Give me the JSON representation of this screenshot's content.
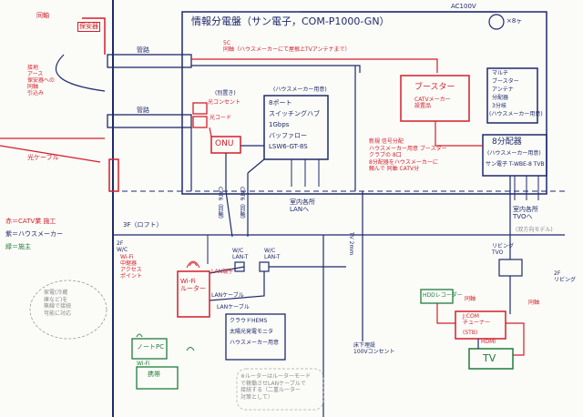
{
  "panel": {
    "title": "情報分電盤（サン電子，COM-P1000-GN）"
  },
  "power": {
    "ac": "AC100V",
    "outlet_count": "×8ヶ"
  },
  "top_left": {
    "label_doukou": "同軸",
    "label_kanro": "管路",
    "box": "保安器"
  },
  "cables": {
    "kanro1": "管路",
    "kanro2": "管路",
    "hikari": "光ケーブル"
  },
  "left_notes": {
    "cable_tv_note": "接地\nアース\n保安器への\n同軸\n引込み",
    "outer_note": "光ケーブル"
  },
  "hikari_outlet": "光コンセント",
  "hikari_cord": "光コード",
  "onu": {
    "label": "ONU",
    "note": "(別置き)"
  },
  "hub": {
    "header": "(ハウスメーカー用意)",
    "lines": [
      "8ポート",
      "スイッチングハブ",
      "1Gbps",
      "バッファロー",
      "LSW6-GT-8S"
    ],
    "to": "室内各所\nLANへ"
  },
  "booster": {
    "label": "ブースター",
    "sub": "CATVメーカー\n設置品"
  },
  "top_cable": {
    "text": "5C\n同軸（ハウスメーカーにて屋根上TVアンテナまで）"
  },
  "multi": {
    "lines": [
      "マルチ",
      "ブースター",
      "アンテナ",
      "分配器",
      "3分岐",
      "(ハウスメーカー用意)"
    ]
  },
  "splitter": {
    "lines": [
      "8分配器",
      "(ハウスメーカー用意)",
      "サン電子 T-WBE-8 TVB"
    ],
    "to": "室内各所\nTVOへ",
    "note": "(双方向モデル)"
  },
  "red_notes": {
    "text": "新規 信号分配\nハウスメーカー用意 ブースター\nクラブの 8口\n8分配器をハウスメーカーに\n頼んで 同軸 CATV分"
  },
  "cat6_labels": [
    "CAT6（同軸）",
    "CAT6（同軸）"
  ],
  "wall_outlets": {
    "a": "W/C\nLAN-T",
    "b": "W/C\nLAN-T"
  },
  "tv_cable": {
    "label": "TV 2mm"
  },
  "legend": {
    "red": "赤＝CATV業 施工",
    "navy": "紫＝ハウスメーカー",
    "green": "緑＝施主"
  },
  "floor": {
    "f3": "3F（ロフト）",
    "f2": "2F\nW/C",
    "f2r": "2F\nリビング"
  },
  "wifi_router": {
    "label": "Wi-Fi\nルーター",
    "lan_upper": "LAN端子",
    "lan_lower": "LANケーブル",
    "lan_lower2": "LANケーブル"
  },
  "cloud_hems": {
    "lines": [
      "クラウドHEMS",
      "太陽光発電モニタ",
      "ハウスメーカー用意"
    ]
  },
  "pc": {
    "label": "ノートPC"
  },
  "phone": {
    "label": "携帯",
    "wifi": "Wi-Fi"
  },
  "wifi_note": {
    "text": "Wi-Fi\n中継器\nアクセス\nポイント"
  },
  "pink_note": {
    "text": "家電(冷蔵\n庫など)を\n無線で接続\n可能に対応"
  },
  "bottom_note": {
    "text": "※ルーターはルーターモード\nで稼働させLANケーブルで\n接続する（二重ルーター\n対策として）"
  },
  "living": {
    "tvo": "リビング\nTVO",
    "label": "2F\nリビング"
  },
  "hdd": {
    "label": "HDDレコーダー"
  },
  "jcom": {
    "label": "J:COM\nチューナー",
    "stb": "(STB)",
    "doukou_a": "同軸",
    "doukou_b": "同軸",
    "hdmi": "HDMI"
  },
  "tv": {
    "label": "TV"
  },
  "floor_outlet": {
    "text": "床下埋設\n100Vコンセント"
  },
  "colors": {
    "navy": "#1f2a6b",
    "red": "#d21f2a",
    "green": "#1f7d3a"
  }
}
